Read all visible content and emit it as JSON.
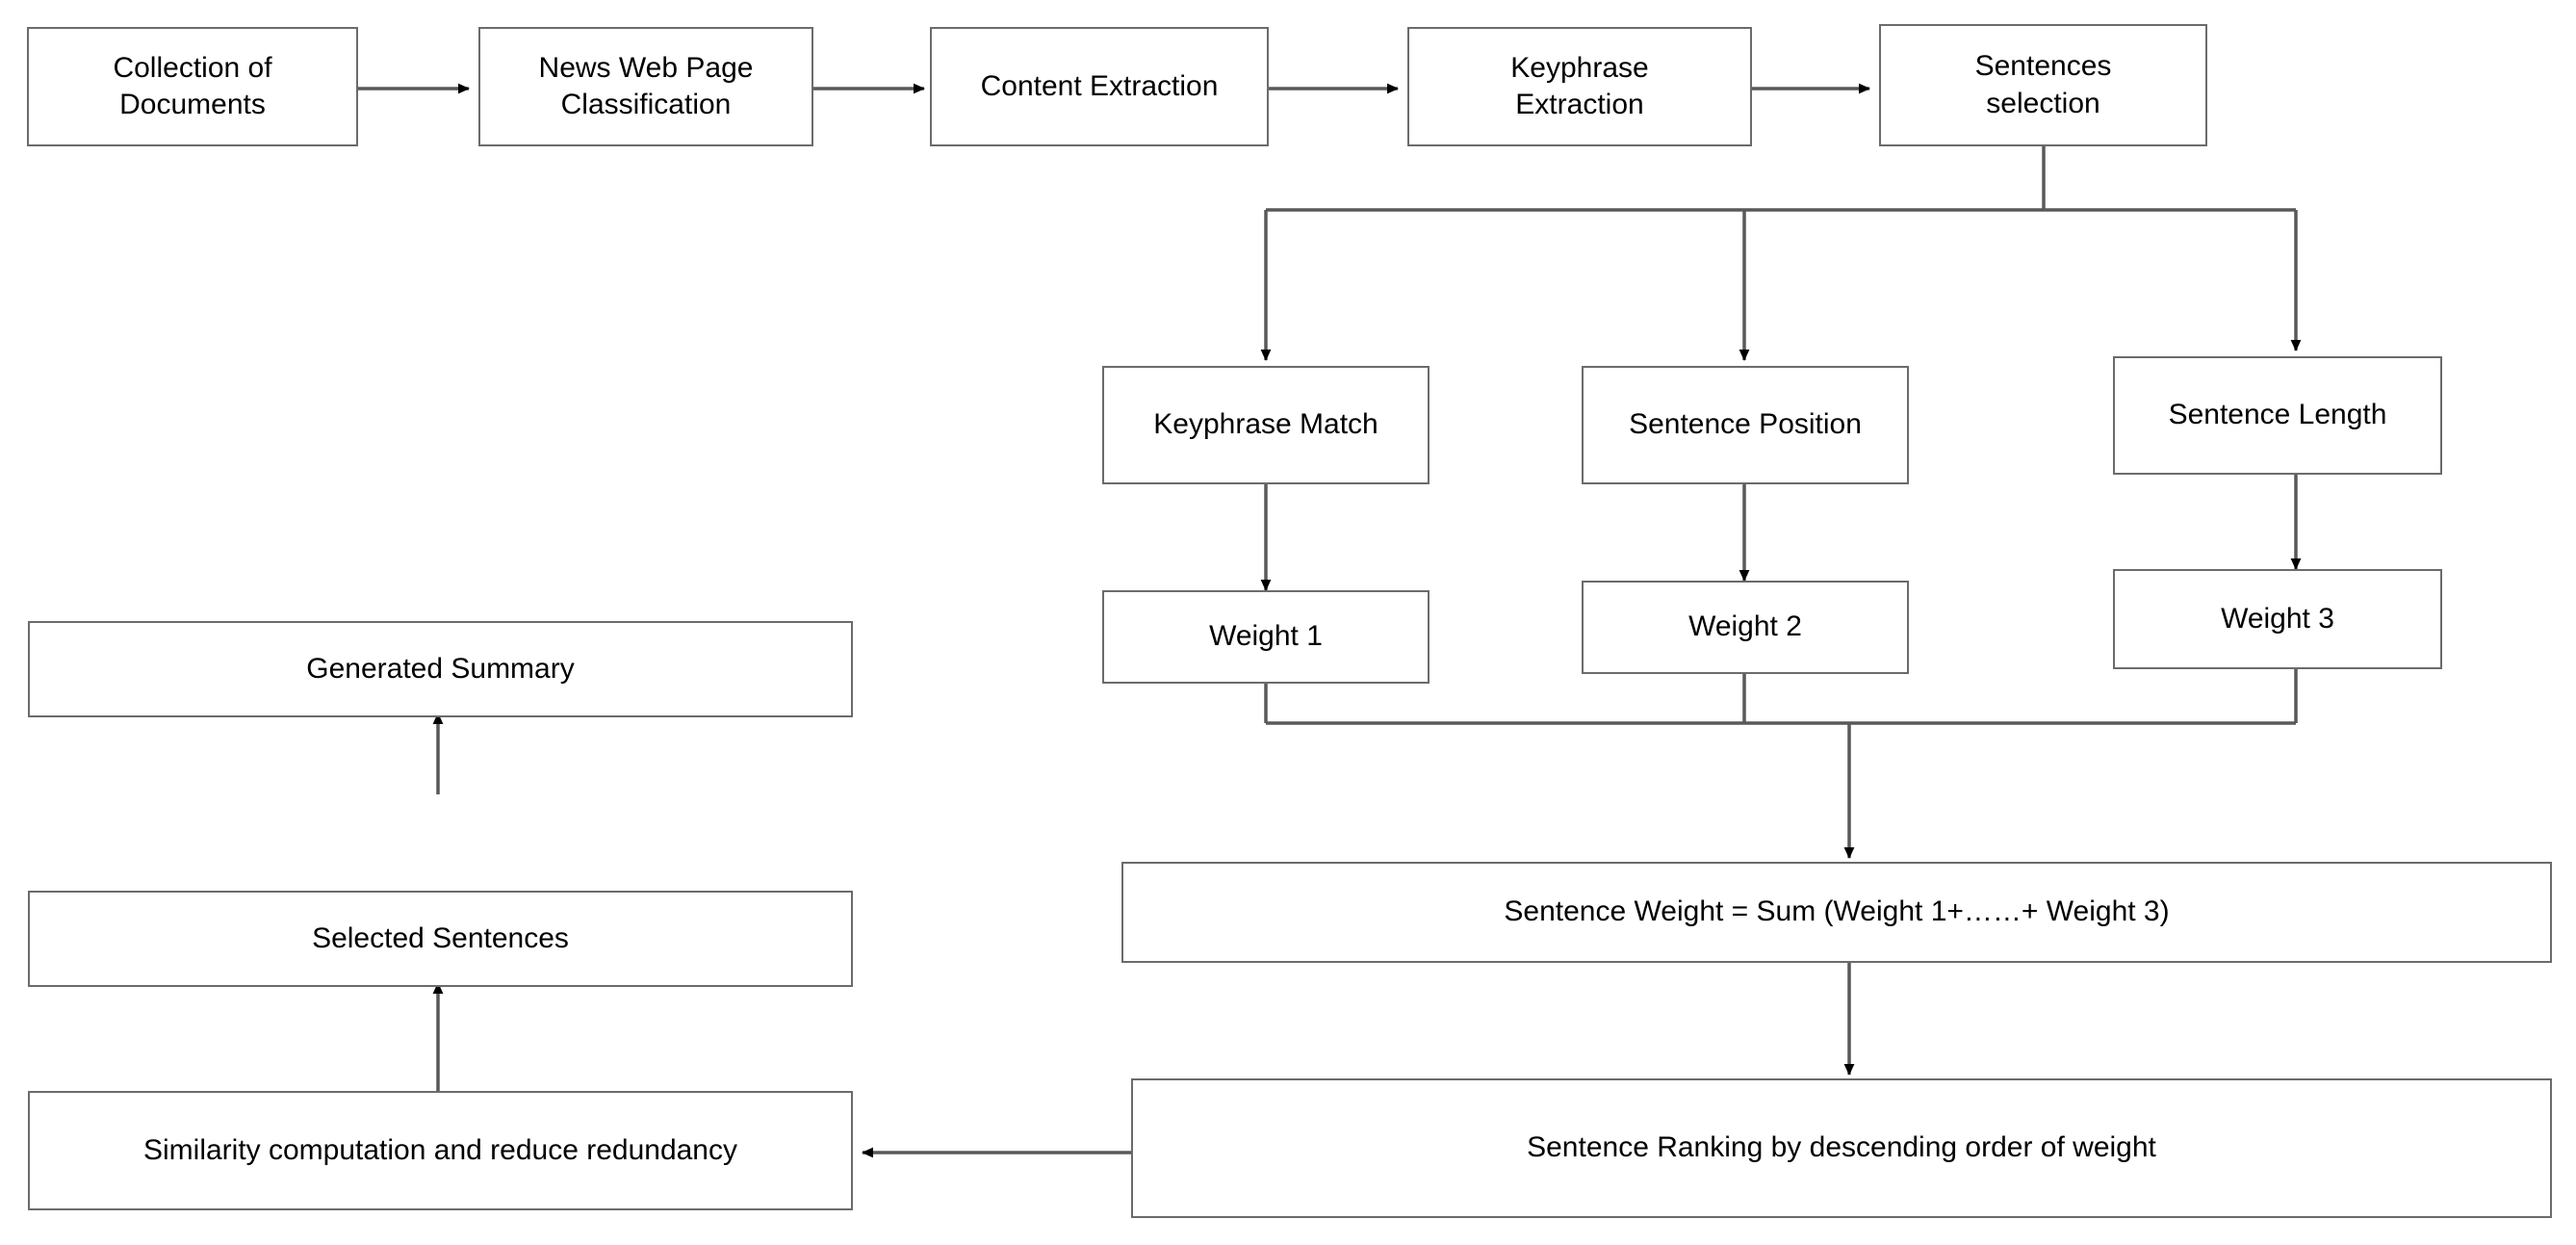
{
  "diagram": {
    "title": "Text summarization pipeline flowchart",
    "colors": {
      "box_border": "#6b6b6b",
      "box_fill": "#ffffff",
      "connector": "#595959",
      "arrow_head": "#000000",
      "text": "#000000",
      "background": "#ffffff"
    },
    "nodes": [
      {
        "id": "collection_of_documents",
        "label": "Collection of\nDocuments"
      },
      {
        "id": "news_web_page_classification",
        "label": "News Web Page\nClassification"
      },
      {
        "id": "content_extraction",
        "label": "Content Extraction"
      },
      {
        "id": "keyphrase_extraction",
        "label": "Keyphrase\nExtraction"
      },
      {
        "id": "sentences_selection",
        "label": "Sentences\nselection"
      },
      {
        "id": "keyphrase_match",
        "label": "Keyphrase Match"
      },
      {
        "id": "sentence_position",
        "label": "Sentence Position"
      },
      {
        "id": "sentence_length",
        "label": "Sentence Length"
      },
      {
        "id": "weight_1",
        "label": "Weight 1"
      },
      {
        "id": "weight_2",
        "label": "Weight 2"
      },
      {
        "id": "weight_3",
        "label": "Weight 3"
      },
      {
        "id": "sentence_weight_sum",
        "label": "Sentence Weight = Sum (Weight 1+……+ Weight 3)"
      },
      {
        "id": "sentence_ranking",
        "label": "Sentence Ranking by descending order of weight"
      },
      {
        "id": "similarity_computation",
        "label": "Similarity computation and reduce redundancy"
      },
      {
        "id": "selected_sentences",
        "label": "Selected Sentences"
      },
      {
        "id": "generated_summary",
        "label": "Generated Summary"
      }
    ],
    "edges": [
      {
        "from": "collection_of_documents",
        "to": "news_web_page_classification"
      },
      {
        "from": "news_web_page_classification",
        "to": "content_extraction"
      },
      {
        "from": "content_extraction",
        "to": "keyphrase_extraction"
      },
      {
        "from": "keyphrase_extraction",
        "to": "sentences_selection"
      },
      {
        "from": "sentences_selection",
        "to": "keyphrase_match"
      },
      {
        "from": "sentences_selection",
        "to": "sentence_position"
      },
      {
        "from": "sentences_selection",
        "to": "sentence_length"
      },
      {
        "from": "keyphrase_match",
        "to": "weight_1"
      },
      {
        "from": "sentence_position",
        "to": "weight_2"
      },
      {
        "from": "sentence_length",
        "to": "weight_3"
      },
      {
        "from": "weight_1",
        "to": "sentence_weight_sum"
      },
      {
        "from": "weight_2",
        "to": "sentence_weight_sum"
      },
      {
        "from": "weight_3",
        "to": "sentence_weight_sum"
      },
      {
        "from": "sentence_weight_sum",
        "to": "sentence_ranking"
      },
      {
        "from": "sentence_ranking",
        "to": "similarity_computation"
      },
      {
        "from": "similarity_computation",
        "to": "selected_sentences"
      },
      {
        "from": "selected_sentences",
        "to": "generated_summary"
      }
    ]
  }
}
